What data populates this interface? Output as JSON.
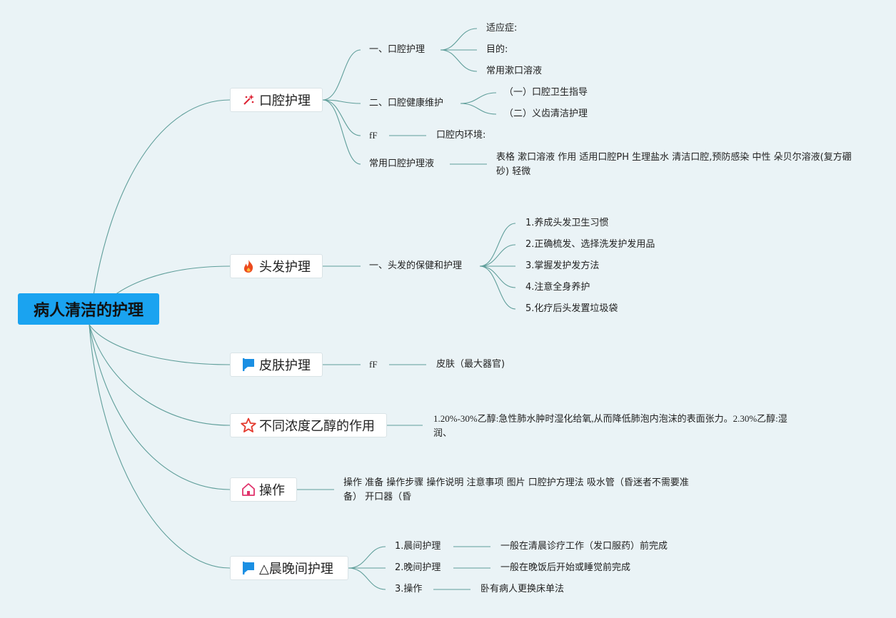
{
  "root": "病人清洁的护理",
  "icons": {
    "oral": "sparkle-wand-icon",
    "hair": "fire-icon",
    "skin": "blue-flag-icon",
    "ethanol": "red-star-outline-icon",
    "op": "house-icon",
    "mornev": "blue-flag-icon"
  },
  "colors": {
    "root": "#1aa3f0",
    "line": "#5f9e9a",
    "background": "#eaf3f6"
  },
  "branches": {
    "oral": {
      "label": "口腔护理",
      "c1": {
        "label": "一、口腔护理",
        "items": [
          "适应症:",
          "目的:",
          "常用漱口溶液"
        ]
      },
      "c2": {
        "label": "二、口腔健康维护",
        "items": [
          "（一）口腔卫生指导",
          "（二）义齿清洁护理"
        ]
      },
      "c3": {
        "label": "fF",
        "leaf": "口腔内环境:"
      },
      "c4": {
        "label": "常用口腔护理液",
        "leaf": "表格 漱口溶液 作用 适用口腔PH 生理盐水 清洁口腔,预防感染 中性 朵贝尔溶液(复方硼砂) 轻微"
      }
    },
    "hair": {
      "label": "头发护理",
      "c1": {
        "label": "一、头发的保健和护理",
        "items": [
          "1.养成头发卫生习惯",
          "2.正确梳发、选择洗发护发用品",
          "3.掌握发护发方法",
          "4.注意全身养护",
          "5.化疗后头发置垃圾袋"
        ]
      }
    },
    "skin": {
      "label": "皮肤护理",
      "c1": {
        "label": "fF",
        "leaf": "皮肤（最大器官)"
      }
    },
    "ethanol": {
      "label": "不同浓度乙醇的作用",
      "text": "1.20%-30%乙醇:急性肺水肿时湿化给氧,从而降低肺泡内泡沫的表面张力。2.30%乙醇:湿润、"
    },
    "op": {
      "label": "操作",
      "text": "操作 准备 操作步骤 操作说明 注意事项 图片 口腔护方理法 吸水管（昏迷者不需要准备） 开口器（昏"
    },
    "mornev": {
      "label": "△晨晚间护理",
      "items": [
        {
          "label": "1.晨间护理",
          "leaf": "一般在清晨诊疗工作（发口服药）前完成"
        },
        {
          "label": "2.晚间护理",
          "leaf": "一般在晚饭后开始或睡觉前完成"
        },
        {
          "label": "3.操作",
          "leaf": "卧有病人更换床单法"
        }
      ]
    }
  }
}
